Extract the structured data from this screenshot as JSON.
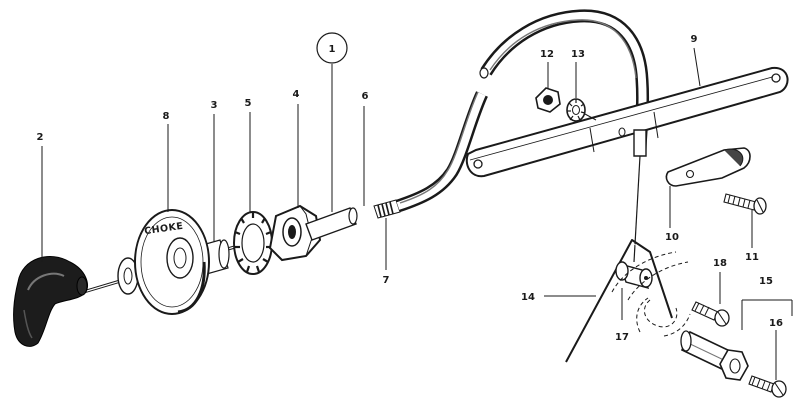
{
  "diagram": {
    "part_numbers": {
      "p1": "1",
      "p2": "2",
      "p3": "3",
      "p4": "4",
      "p5": "5",
      "p6": "6",
      "p7": "7",
      "p8": "8",
      "p9": "9",
      "p10": "10",
      "p11": "11",
      "p12": "12",
      "p13": "13",
      "p14": "14",
      "p15": "15",
      "p16": "16",
      "p17": "17",
      "p18": "18"
    },
    "bezel_stamp": "CHOKE",
    "colors": {
      "ink": "#1a1a1a",
      "background": "#ffffff",
      "shading": "#9a9a9a"
    }
  }
}
